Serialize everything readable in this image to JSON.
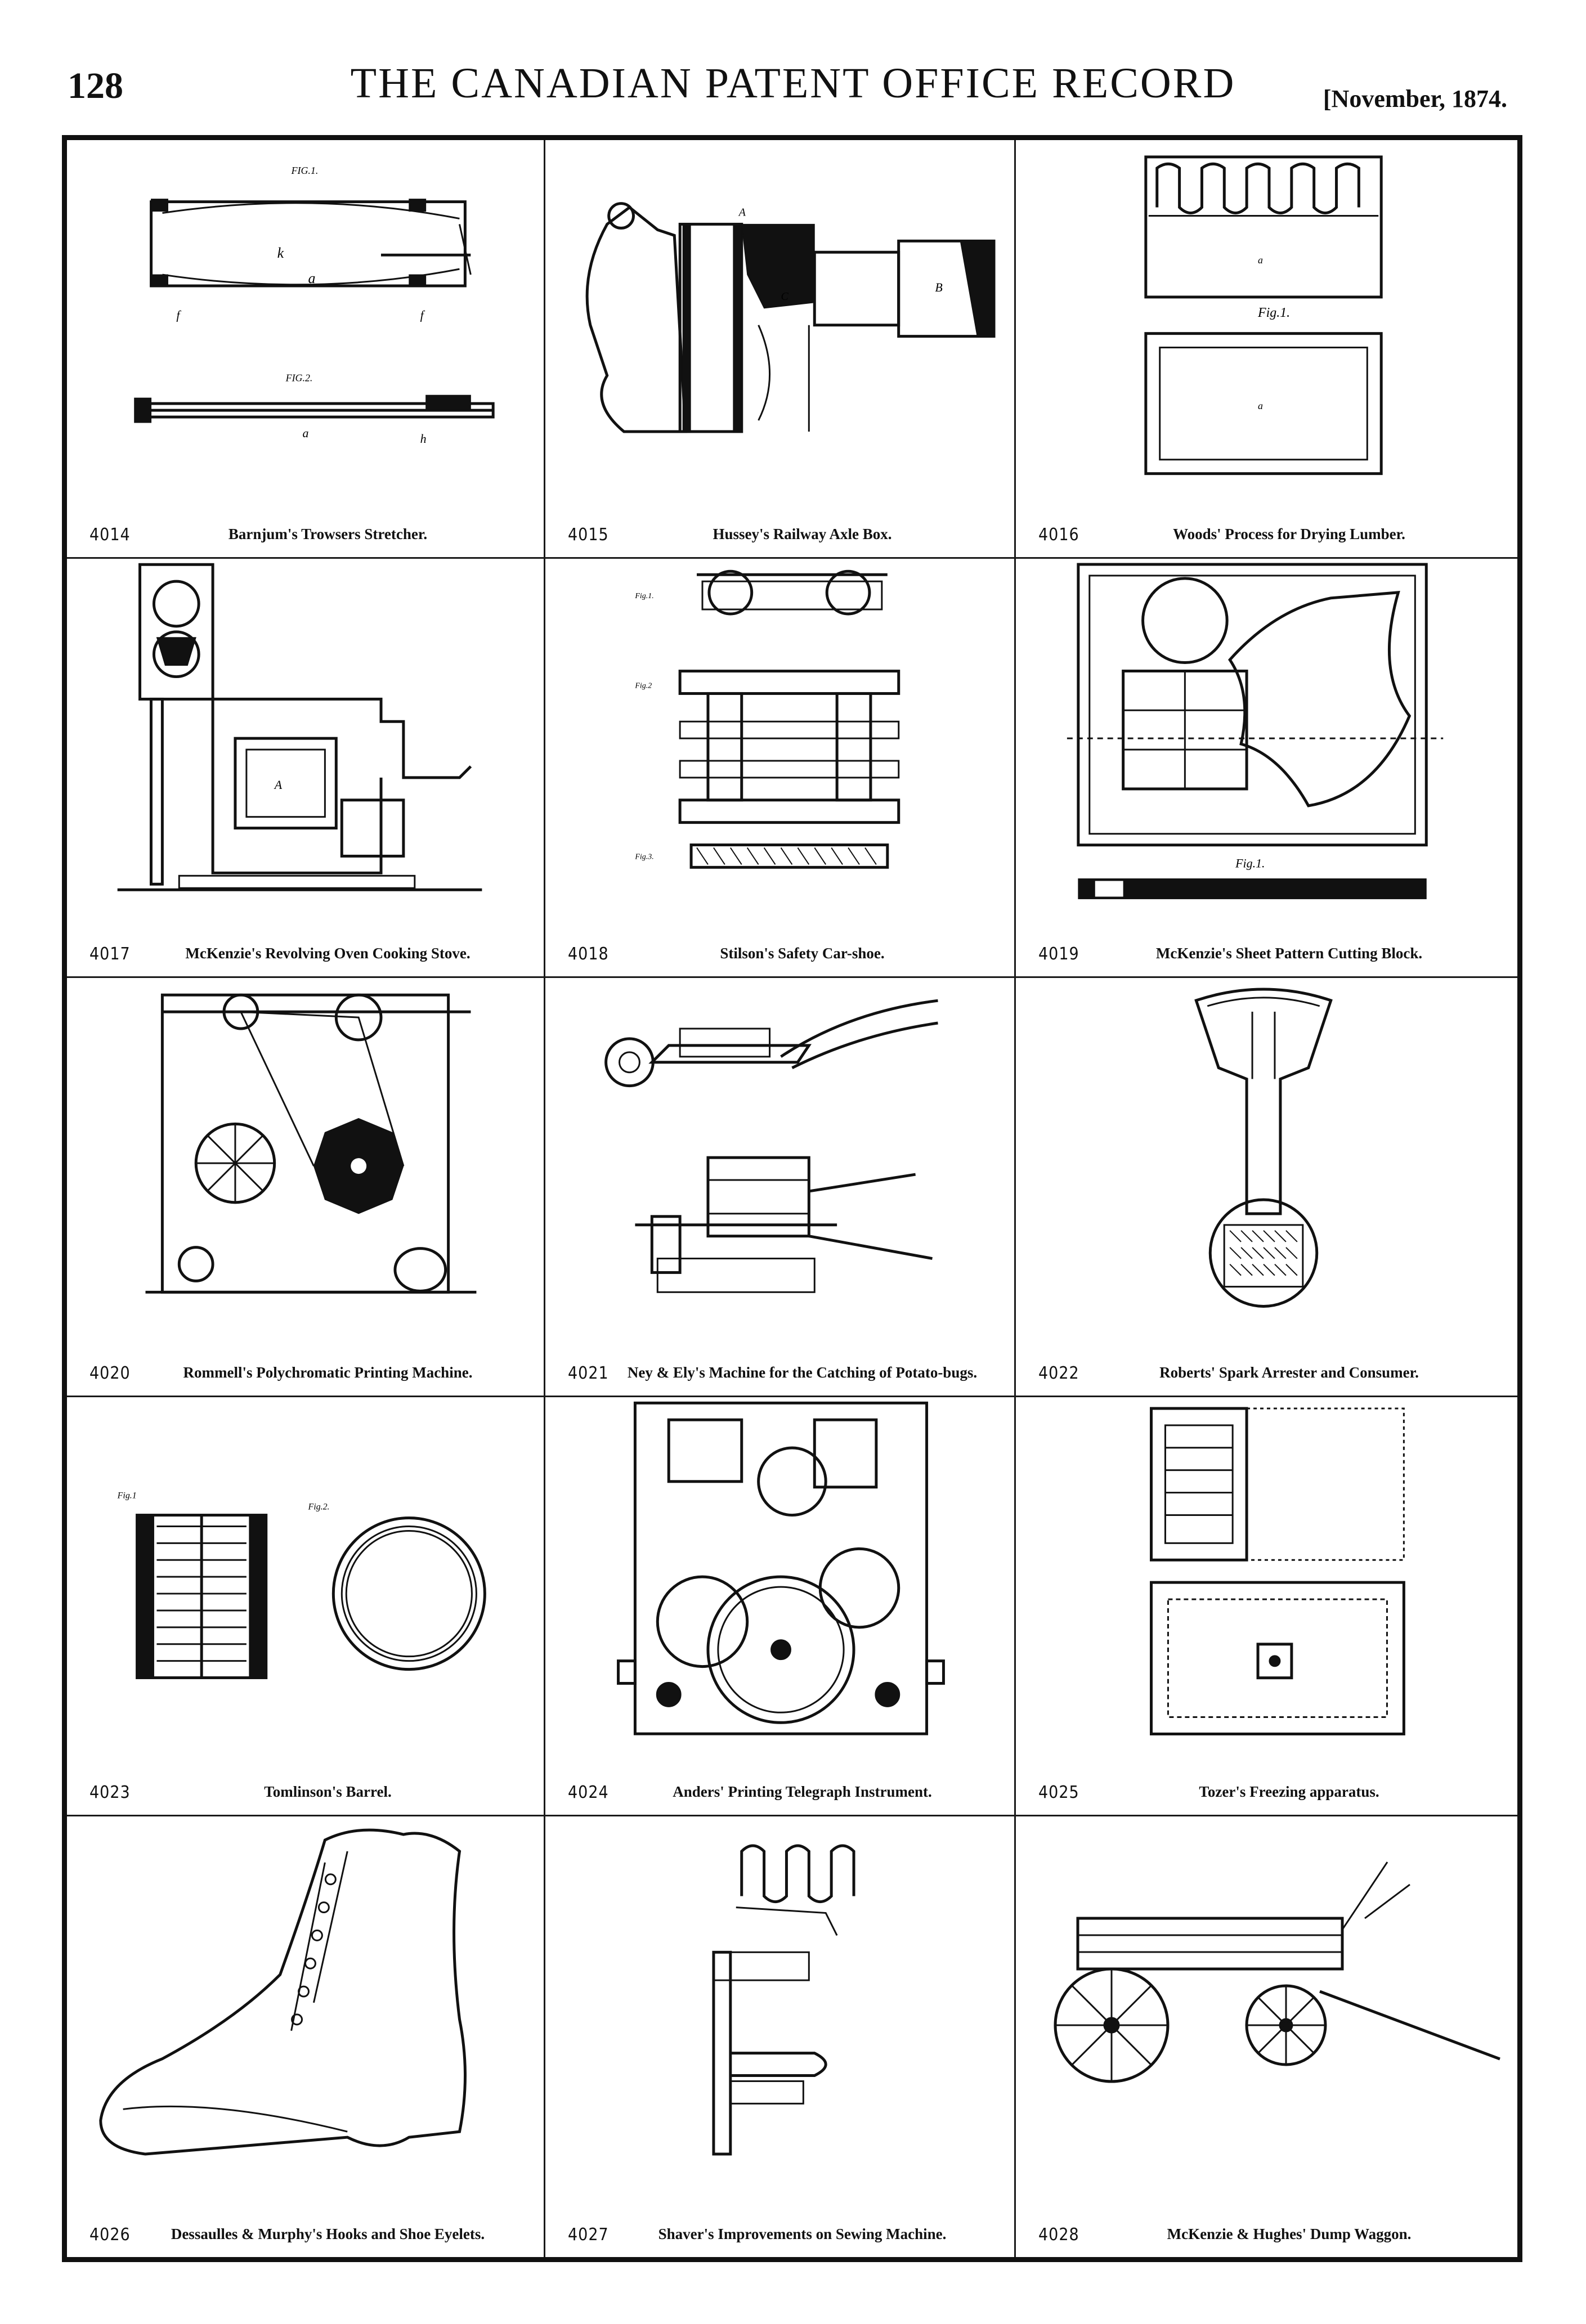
{
  "header": {
    "page_number": "128",
    "title": "THE CANADIAN PATENT OFFICE RECORD",
    "date": "[November, 1874."
  },
  "patents": [
    {
      "number": "4014",
      "title": "Barnjum's Trowsers Stretcher.",
      "figure_labels": [
        "FIG.1.",
        "FIG.2."
      ]
    },
    {
      "number": "4015",
      "title": "Hussey's Railway Axle Box."
    },
    {
      "number": "4016",
      "title": "Woods' Process for Drying Lumber.",
      "figure_labels": [
        "Fig.1."
      ]
    },
    {
      "number": "4017",
      "title": "McKenzie's Revolving Oven Cooking Stove."
    },
    {
      "number": "4018",
      "title": "Stilson's Safety Car-shoe.",
      "figure_labels": [
        "Fig.1.",
        "Fig.2",
        "Fig.3."
      ]
    },
    {
      "number": "4019",
      "title": "McKenzie's Sheet Pattern Cutting Block.",
      "figure_labels": [
        "Fig.1."
      ]
    },
    {
      "number": "4020",
      "title": "Rommell's Polychromatic Printing Machine."
    },
    {
      "number": "4021",
      "title": "Ney & Ely's Machine for the Catching of Potato-bugs."
    },
    {
      "number": "4022",
      "title": "Roberts' Spark Arrester and Consumer."
    },
    {
      "number": "4023",
      "title": "Tomlinson's Barrel.",
      "figure_labels": [
        "Fig.1",
        "Fig.2."
      ]
    },
    {
      "number": "4024",
      "title": "Anders' Printing Telegraph Instrument."
    },
    {
      "number": "4025",
      "title": "Tozer's Freezing apparatus."
    },
    {
      "number": "4026",
      "title": "Dessaulles & Murphy's Hooks and Shoe Eyelets."
    },
    {
      "number": "4027",
      "title": "Shaver's Improvements on Sewing Machine."
    },
    {
      "number": "4028",
      "title": "McKenzie & Hughes' Dump Waggon."
    }
  ]
}
